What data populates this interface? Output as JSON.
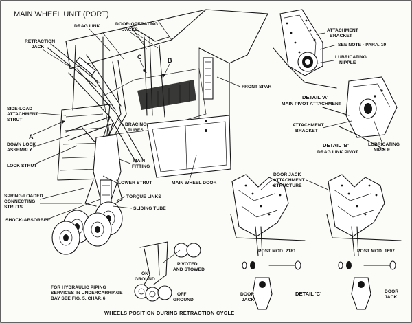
{
  "title": "MAIN WHEEL UNIT (PORT)",
  "labels": {
    "drag_link": "DRAG LINK",
    "door_operating_jacks_1": "DOOR-OPERATING",
    "door_operating_jacks_2": "JACKS",
    "retraction_jack_1": "RETRACTION",
    "retraction_jack_2": "JACK",
    "front_spar": "FRONT SPAR",
    "side_load_1": "SIDE-LOAD",
    "side_load_2": "ATTACHMENT",
    "side_load_3": "STRUT",
    "down_lock_1": "DOWN LOCK",
    "down_lock_2": "ASSEMBLY",
    "lock_strut": "LOCK STRUT",
    "bracing_tubes_1": "BRACING",
    "bracing_tubes_2": "TUBES",
    "main_fitting_1": "MAIN",
    "main_fitting_2": "FITTING",
    "lower_strut": "LOWER STRUT",
    "main_wheel_door": "MAIN WHEEL DOOR",
    "spring_loaded_1": "SPRING-LOADED",
    "spring_loaded_2": "CONNECTING",
    "spring_loaded_3": "STRUTS",
    "torque_links": "TORQUE LINKS",
    "sliding_tube": "SLIDING TUBE",
    "shock_absorber": "SHOCK-ABSORBER",
    "attachment_bracket_a_1": "ATTACHMENT",
    "attachment_bracket_a_2": "BRACKET",
    "see_note": "SEE NOTE - PARA. 19",
    "lubricating_nipple_a_1": "LUBRICATING",
    "lubricating_nipple_a_2": "NIPPLE",
    "detail_a_title": "DETAIL 'A'",
    "detail_a_sub": "MAIN PIVOT ATTACHMENT",
    "attachment_bracket_b_1": "ATTACHMENT",
    "attachment_bracket_b_2": "BRACKET",
    "detail_b_title": "DETAIL 'B'",
    "detail_b_sub": "DRAG LINK PIVOT",
    "lubricating_nipple_b_1": "LUBRICATING",
    "lubricating_nipple_b_2": "NIPPLE",
    "door_jack_attach_1": "DOOR JACK",
    "door_jack_attach_2": "ATTACHMENT",
    "door_jack_attach_3": "STRUCTURE",
    "post_mod_2181": "POST MOD. 2181",
    "post_mod_1697": "POST MOD. 1697",
    "detail_c_title": "DETAIL 'C'",
    "door_jack_left_1": "DOOR",
    "door_jack_left_2": "JACK",
    "door_jack_right_1": "DOOR",
    "door_jack_right_2": "JACK",
    "pivoted_1": "PIVOTED",
    "pivoted_2": "AND STOWED",
    "on_ground_1": "ON",
    "on_ground_2": "GROUND",
    "off_ground_1": "OFF",
    "off_ground_2": "GROUND",
    "hydraulic_note_1": "FOR HYDRAULIC PIPING",
    "hydraulic_note_2": "SERVICES IN UNDERCARRIAGE",
    "hydraulic_note_3": "BAY SEE FIG. 5, CHAP. 6",
    "caption": "WHEELS POSITION DURING RETRACTION CYCLE",
    "letter_a": "A",
    "letter_b": "B",
    "letter_c": "C"
  }
}
